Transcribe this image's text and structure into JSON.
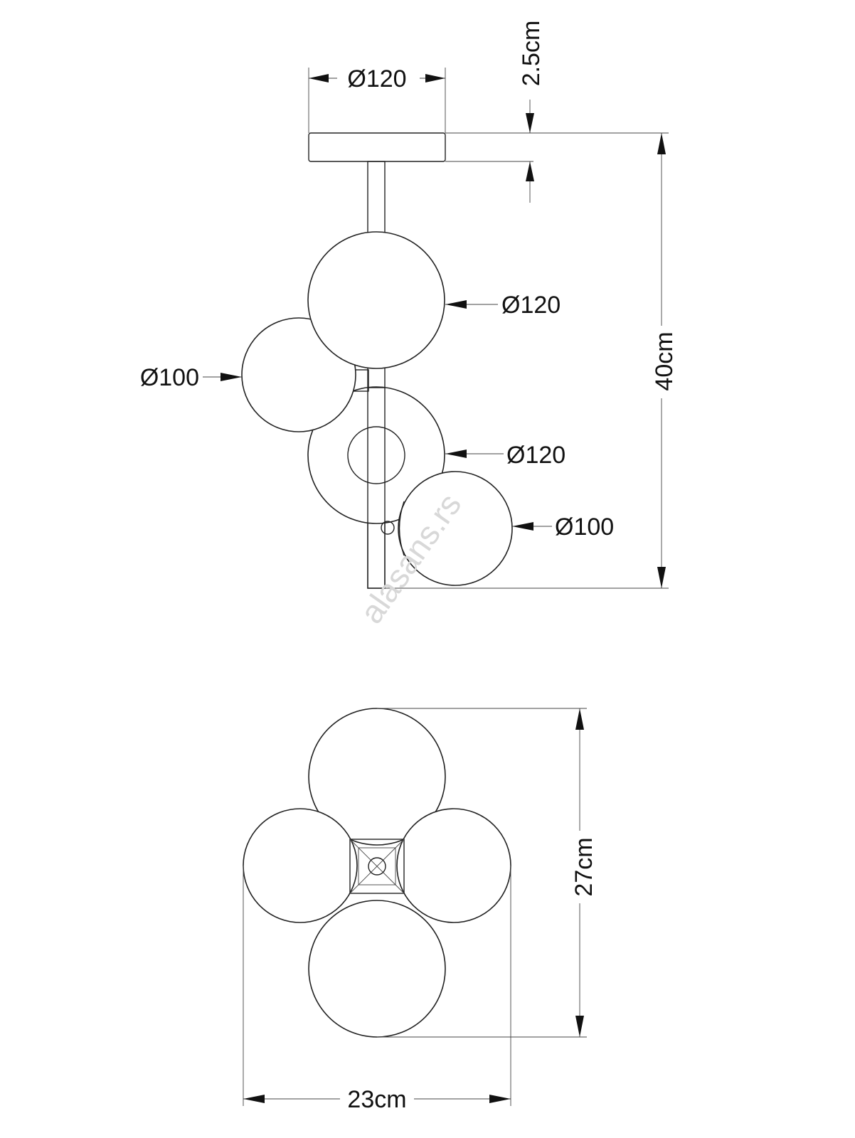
{
  "side_view": {
    "canopy_diameter": "Ø120",
    "canopy_height": "2.5cm",
    "total_height": "40cm",
    "globe_top": "Ø120",
    "globe_left": "Ø100",
    "globe_middle": "Ø120",
    "globe_bottom_right": "Ø100"
  },
  "top_view": {
    "depth": "27cm",
    "width": "23cm"
  },
  "watermark": "alasans.rs"
}
